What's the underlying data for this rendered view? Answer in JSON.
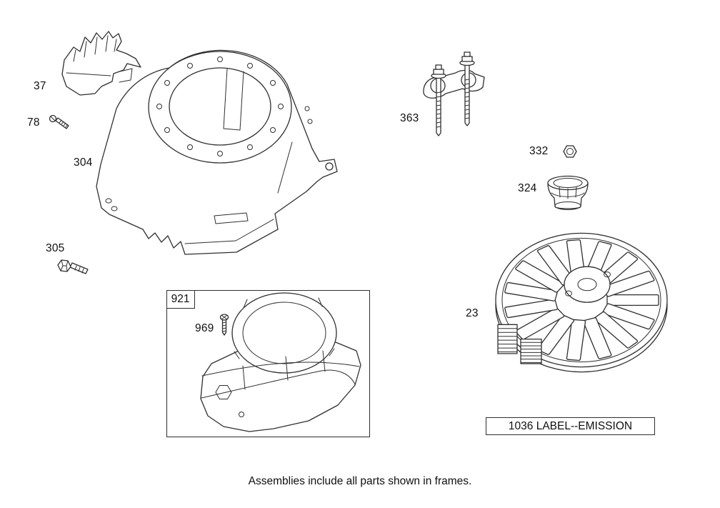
{
  "page": {
    "background": "#ffffff",
    "line_color": "#2f2f2f",
    "text_color": "#101010"
  },
  "caption": "Assemblies include all parts shown in frames.",
  "callouts": {
    "p37": "37",
    "p78": "78",
    "p304": "304",
    "p305": "305",
    "p363": "363",
    "p332": "332",
    "p324": "324",
    "p23": "23",
    "p969": "969"
  },
  "frames": {
    "f921": {
      "label": "921"
    },
    "f1036": {
      "label": "1036 LABEL--EMISSION"
    }
  }
}
